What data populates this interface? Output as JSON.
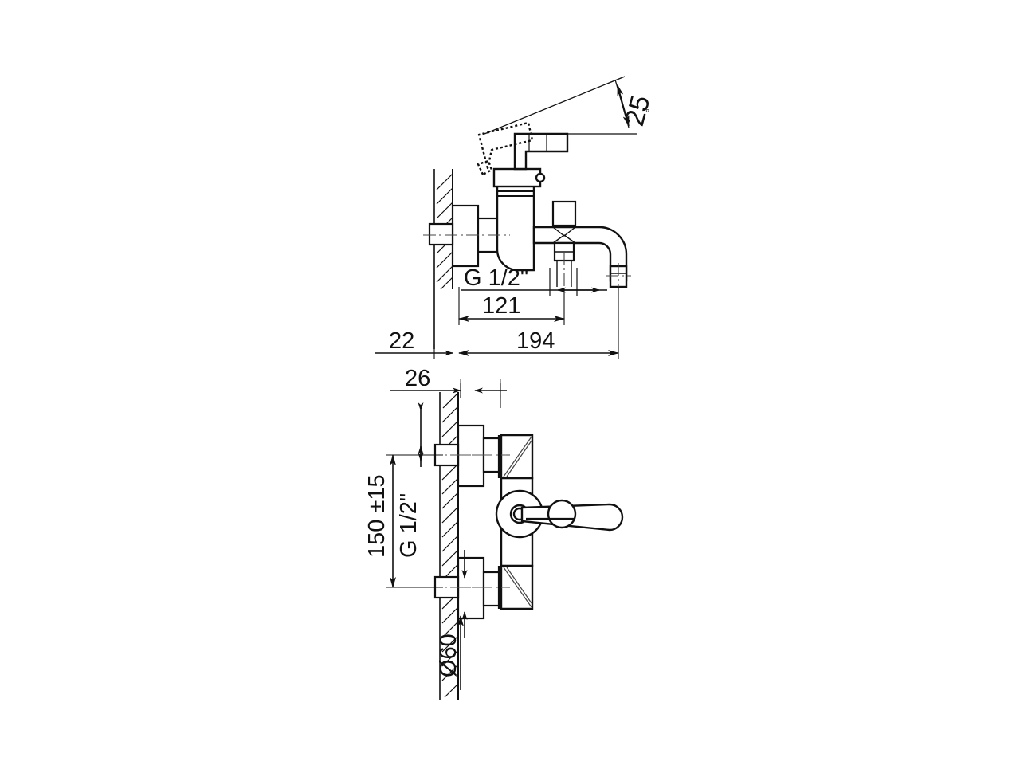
{
  "drawing": {
    "title": "Wall-mounted bath/shower mixer technical drawing",
    "views": [
      {
        "name": "side-elevation",
        "label": "Side elevation view"
      },
      {
        "name": "front-elevation",
        "label": "Front elevation view"
      }
    ],
    "line_color": "#111111",
    "thin_line_color": "#222222",
    "background": "#ffffff"
  },
  "dimensions": {
    "angle_lever": "25",
    "angle_unit": "°",
    "thread_spout_view": "G  1/2\"",
    "projection_to_outlet_center": "121",
    "total_projection": "194",
    "wall_to_inlet_face": "22",
    "wall_offset_front": "26",
    "inlet_centers_distance": "150 ±15",
    "thread_front_view": "G  1/2\"",
    "escutcheon_diameter": "Ø60"
  }
}
